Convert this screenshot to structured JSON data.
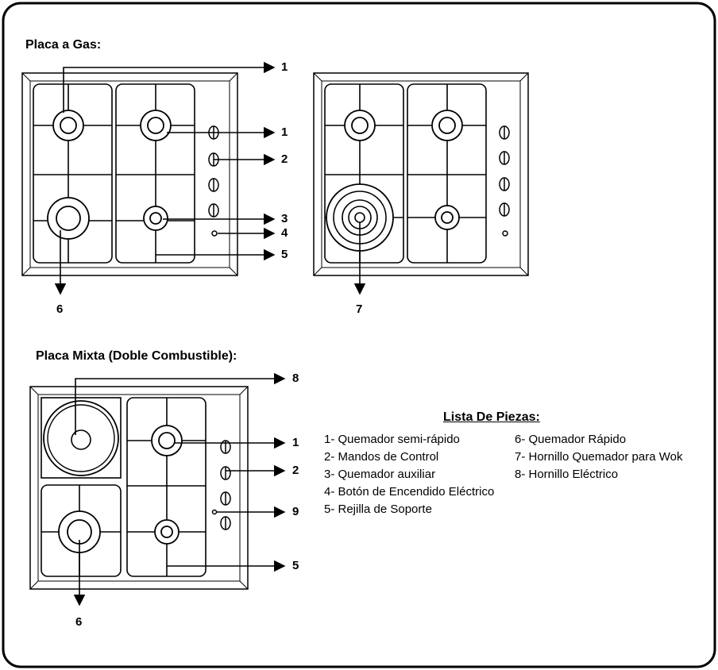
{
  "sections": {
    "gas_title": "Placa a Gas:",
    "mixed_title": "Placa Mixta (Doble Combustible):"
  },
  "callouts": {
    "gas_1a": "1",
    "gas_1b": "1",
    "gas_2": "2",
    "gas_3": "3",
    "gas_4": "4",
    "gas_5": "5",
    "gas_6": "6",
    "wok_7": "7",
    "mix_8": "8",
    "mix_1": "1",
    "mix_2": "2",
    "mix_9": "9",
    "mix_5": "5",
    "mix_6": "6"
  },
  "legend": {
    "title": "Lista De Piezas:",
    "left": [
      "1- Quemador semi-rápido",
      "2- Mandos de Control",
      "3- Quemador auxiliar",
      "4- Botón de Encendido Eléctrico",
      "5- Rejilla de Soporte"
    ],
    "right": [
      "6- Quemador Rápido",
      "7- Hornillo Quemador para Wok",
      "8- Hornillo Eléctrico"
    ]
  }
}
